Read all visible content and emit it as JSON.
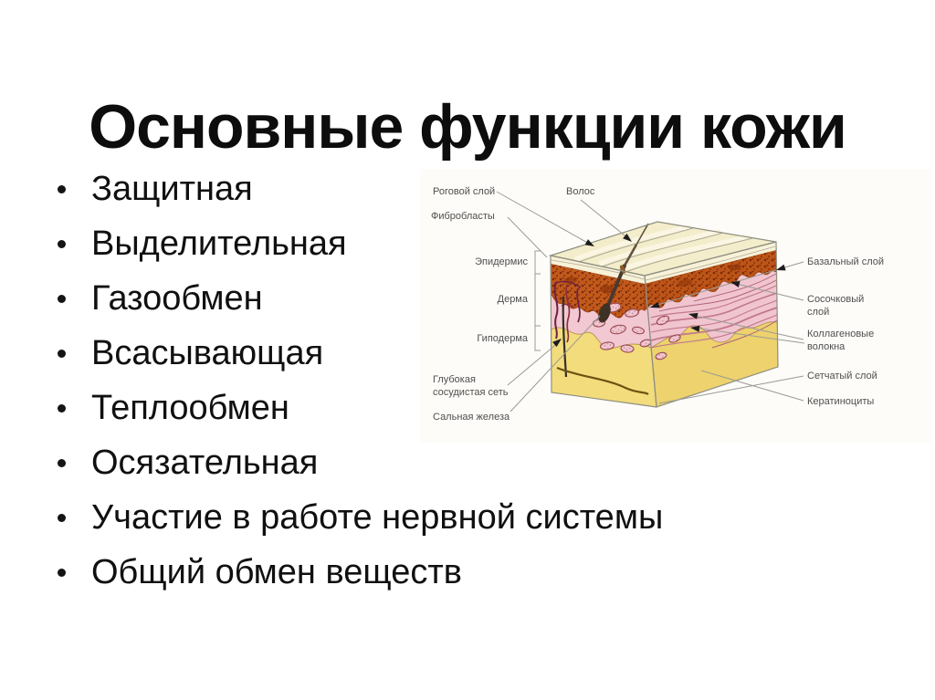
{
  "slide": {
    "title": "Основные функции кожи",
    "bullets": [
      "Защитная",
      "Выделительная",
      "Газообмен",
      "Всасывающая",
      "Теплообмен",
      "Осязательная",
      "Участие в работе нервной системы",
      "Общий обмен веществ"
    ]
  },
  "diagram": {
    "labels": {
      "rogovoy": "Роговой слой",
      "volos": "Волос",
      "fibroblasty": "Фибробласты",
      "epidermis": "Эпидермис",
      "derma": "Дерма",
      "gipoderma": "Гиподерма",
      "glubokaya": "Глубокая сосудистая сеть",
      "salnaya": "Сальная железа",
      "bazalny": "Базальный слой",
      "sosochkovy": "Сосочковый слой",
      "kollagenovye": "Коллагеновые волокна",
      "setchaty": "Сетчатый слой",
      "keratinocity": "Кератиноциты"
    },
    "colors": {
      "top_surface": "#F4EDCB",
      "stratum_corneum": "#F7F1D8",
      "basal_layer": "#C2591C",
      "dermis": "#F2C8D2",
      "hypodermis": "#F2DC7C",
      "outline": "#8F8F80",
      "label_text": "#4F4F4F"
    }
  }
}
